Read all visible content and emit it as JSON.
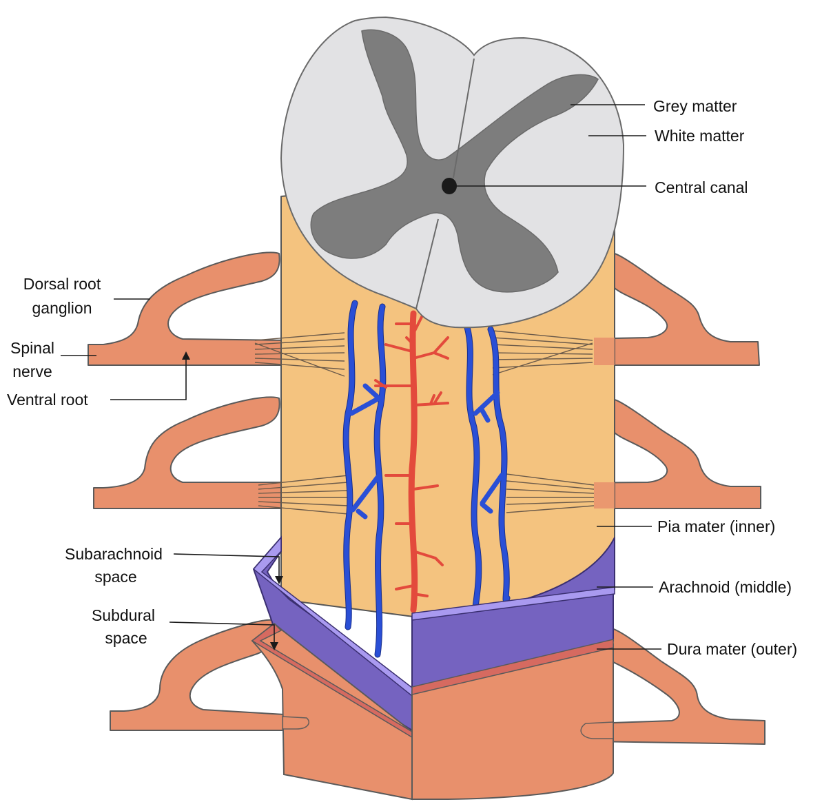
{
  "labels": {
    "grey_matter": "Grey matter",
    "white_matter": "White matter",
    "central_canal": "Central canal",
    "dorsal_root_ganglion_1": "Dorsal root",
    "dorsal_root_ganglion_2": "ganglion",
    "spinal_nerve_1": "Spinal",
    "spinal_nerve_2": "nerve",
    "ventral_root": "Ventral root",
    "pia_mater": "Pia mater (inner)",
    "subarachnoid_1": "Subarachnoid",
    "subarachnoid_2": "space",
    "arachnoid": "Arachnoid (middle)",
    "subdural_1": "Subdural",
    "subdural_2": "space",
    "dura_mater": "Dura mater (outer)"
  },
  "colors": {
    "white_matter": "#e2e2e4",
    "grey_matter": "#7d7d7d",
    "central_canal": "#1a1a1a",
    "pia_mater": "#f4c37f",
    "arachnoid": "#7563c0",
    "arachnoid_edge": "#a99af0",
    "dura_mater": "#e8906c",
    "nerve_roots": "#e8906c",
    "veins": "#2a4fd6",
    "arteries": "#e34a3c"
  }
}
